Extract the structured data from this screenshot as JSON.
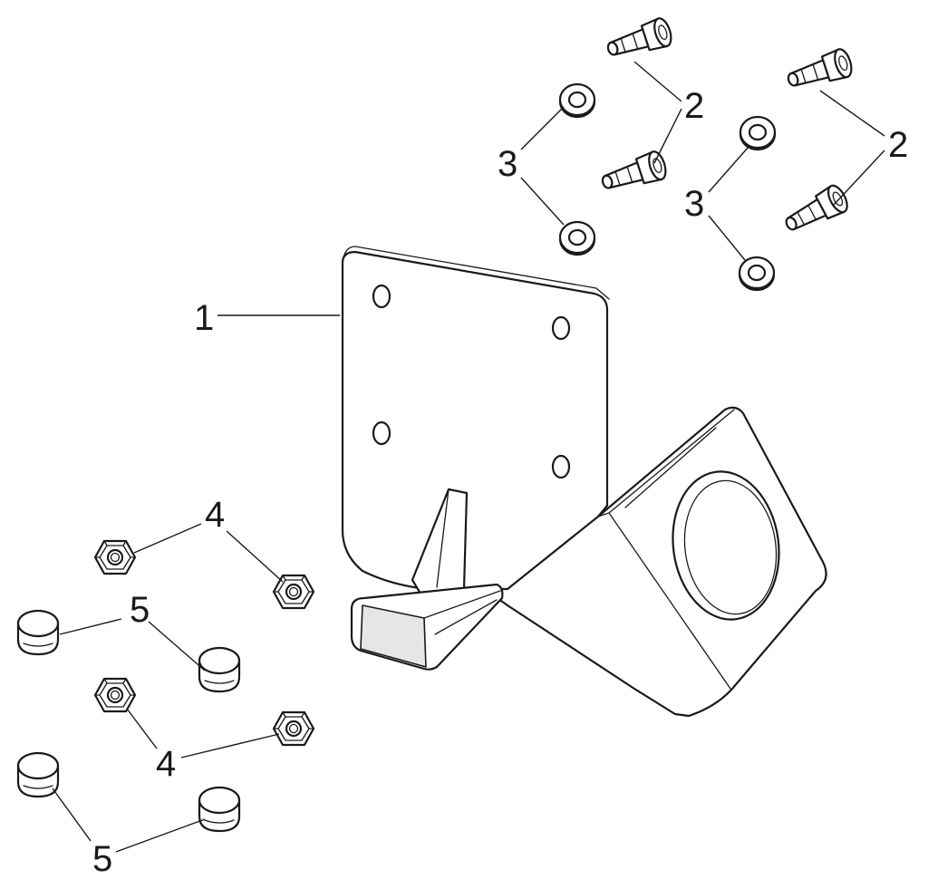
{
  "callouts": {
    "c1": "1",
    "c2a": "2",
    "c2b": "2",
    "c3a": "3",
    "c3b": "3",
    "c4a": "4",
    "c4b": "4",
    "c5a": "5",
    "c5b": "5"
  }
}
